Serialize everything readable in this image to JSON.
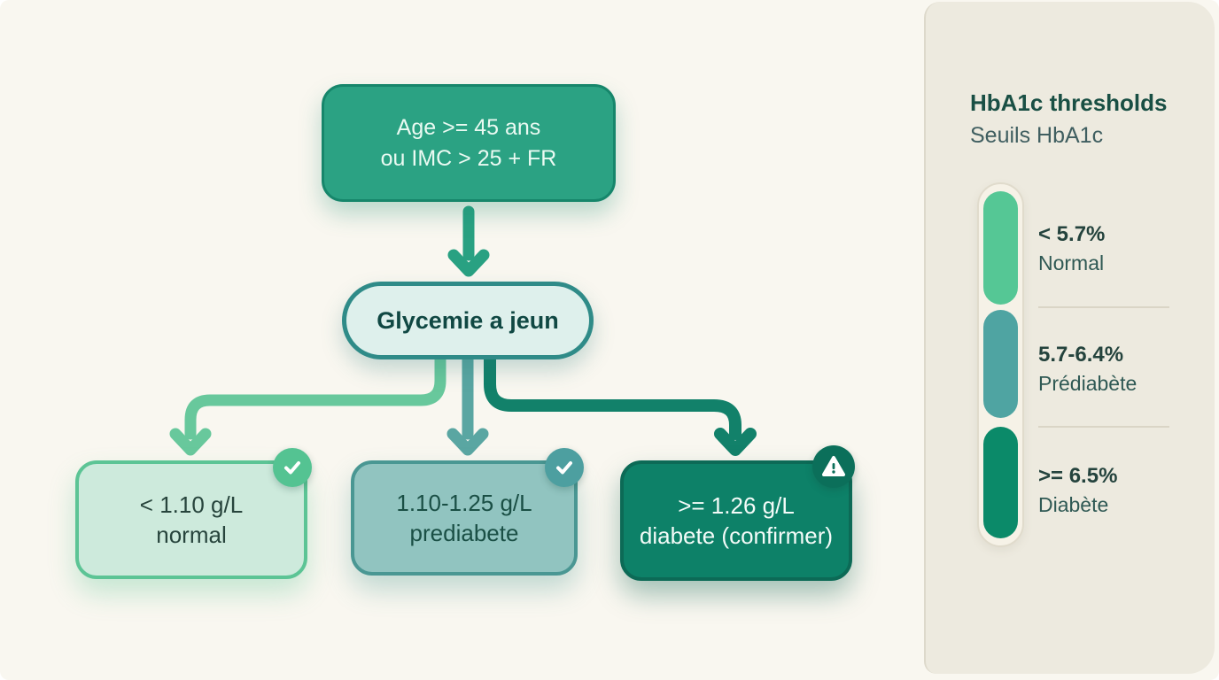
{
  "flowchart": {
    "top_box": {
      "line1": "Age >= 45 ans",
      "line2": "ou IMC > 25 + FR"
    },
    "decision_label": "Glycemie a jeun",
    "outcomes": [
      {
        "value": "< 1.10 g/L",
        "label": "normal",
        "badge": "check",
        "fill": "#cdeadc",
        "border": "#5cc495",
        "arrow": "#68c89c"
      },
      {
        "value": "1.10-1.25 g/L",
        "label": "prediabete",
        "badge": "check",
        "fill": "#91c4c0",
        "border": "#4a9793",
        "arrow": "#5aa6a2"
      },
      {
        "value": ">= 1.26 g/L",
        "label": "diabete (confirmer)",
        "badge": "warning",
        "fill": "#0d8168",
        "border": "#0c6a56",
        "arrow": "#12816a"
      }
    ]
  },
  "sidebar": {
    "title": "HbA1c thresholds",
    "subtitle": "Seuils HbA1c",
    "legend": [
      {
        "value": "< 5.7%",
        "label": "Normal",
        "color": "#55c795"
      },
      {
        "value": "5.7-6.4%",
        "label": "Prédiabète",
        "color": "#4fa4a2"
      },
      {
        "value": ">= 6.5%",
        "label": "Diabète",
        "color": "#0b8a69"
      }
    ]
  },
  "colors": {
    "background": "#f9f7f0",
    "sidebar_bg": "#edeadf",
    "top_box_fill": "#2ba283",
    "top_box_border": "#16866b",
    "decision_fill": "#def0ec",
    "decision_border": "#2f8b88",
    "arrow_primary": "#29a182"
  }
}
